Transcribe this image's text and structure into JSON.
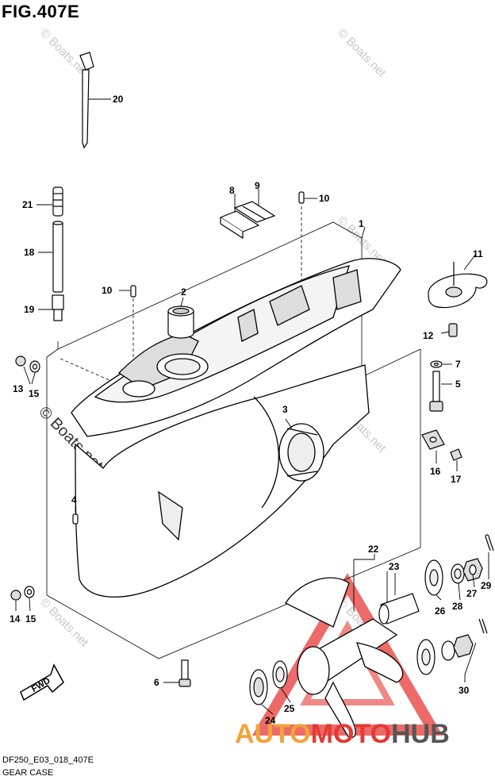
{
  "figure": {
    "title": "FIG.407E",
    "code": "DF250_E03_018_407E",
    "name": "GEAR CASE",
    "direction_label": "FWD"
  },
  "watermarks": {
    "boats_net": "© Boats.net"
  },
  "brand": {
    "auto": "AUTO",
    "moto": "MOTO",
    "hub": "HUB",
    "colors": {
      "auto": "#f2a33a",
      "moto": "#e53935",
      "hub": "#555555"
    }
  },
  "callouts": {
    "c1": "1",
    "c2": "2",
    "c3": "3",
    "c4": "4",
    "c5": "5",
    "c6": "6",
    "c7": "7",
    "c8": "8",
    "c9": "9",
    "c10a": "10",
    "c10b": "10",
    "c11": "11",
    "c12": "12",
    "c13": "13",
    "c14": "14",
    "c15a": "15",
    "c15b": "15",
    "c16": "16",
    "c17": "17",
    "c18": "18",
    "c19": "19",
    "c20": "20",
    "c21": "21",
    "c22": "22",
    "c23": "23",
    "c24": "24",
    "c25": "25",
    "c26": "26",
    "c27": "27",
    "c28": "28",
    "c29": "29",
    "c30": "30"
  }
}
